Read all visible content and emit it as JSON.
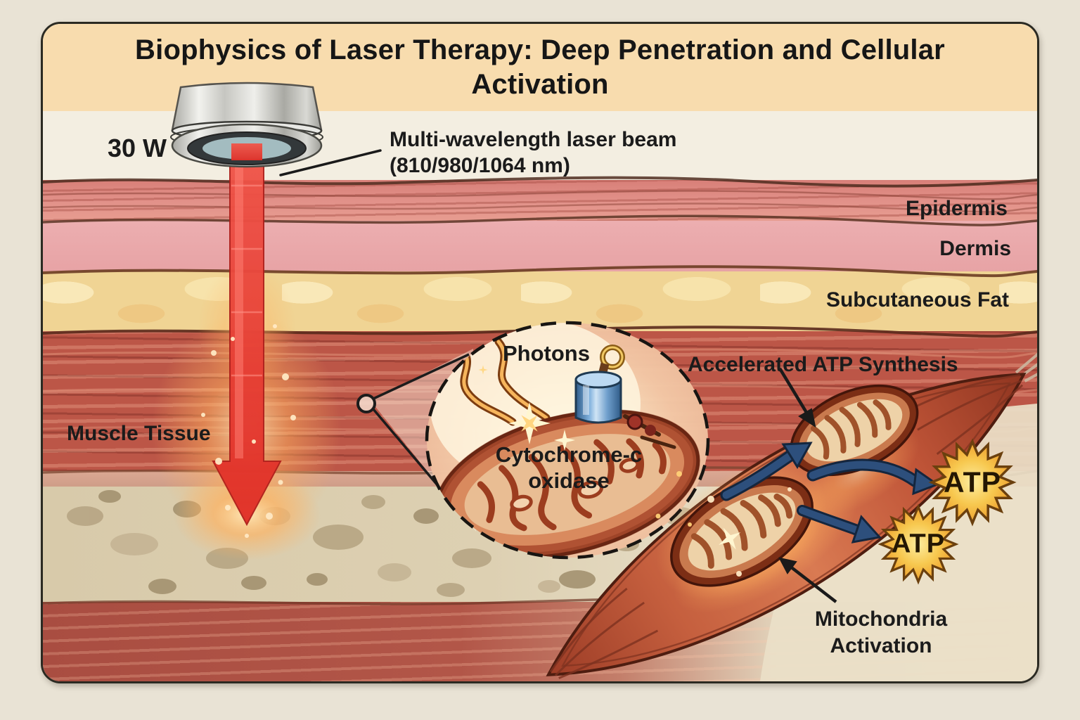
{
  "title": "Biophysics of Laser Therapy: Deep Penetration and Cellular Activation",
  "device": {
    "power": "30 W",
    "beam_label_line1": "Multi-wavelength laser beam",
    "beam_label_line2": "(810/980/1064 nm)"
  },
  "tissue_layers": {
    "epidermis": "Epidermis",
    "dermis": "Dermis",
    "subcutaneous_fat": "Subcutaneous Fat",
    "muscle": "Muscle Tissue"
  },
  "inset": {
    "photons": "Photons",
    "enzyme_line1": "Cytochrome-c",
    "enzyme_line2": "oxidase"
  },
  "cell": {
    "atp_synthesis": "Accelerated ATP Synthesis",
    "mitochondria_line1": "Mitochondria",
    "mitochondria_line2": "Activation",
    "atp_badges": [
      "ATP",
      "ATP"
    ]
  },
  "colors": {
    "beam_red": "#e8392f",
    "glow_orange": "#ffb15e",
    "atp_gold": "#f5b942",
    "arrow_blue": "#2d4f7c",
    "title_band": "#f8dcae",
    "epidermis": "#df8b84",
    "dermis": "#e9abac",
    "subcutaneous_fat": "#f0d494",
    "muscle": "#bc5647",
    "bone": "#ddd0b2",
    "ink": "#1b1b1b"
  }
}
